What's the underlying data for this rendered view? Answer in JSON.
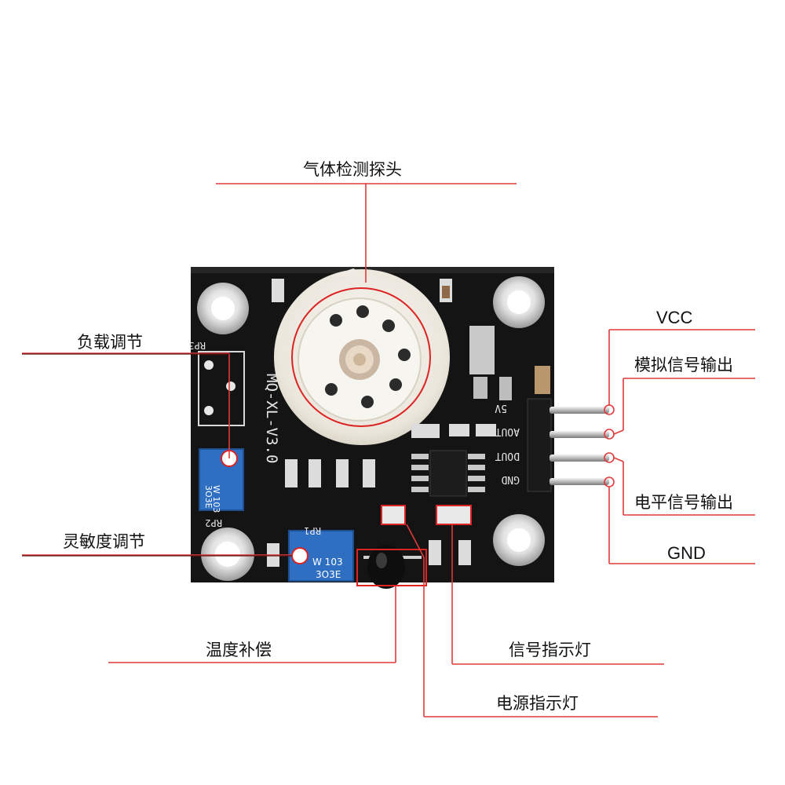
{
  "labels": {
    "gas_probe": "气体检测探头",
    "load_adjust": "负载调节",
    "sensitivity_adjust": "灵敏度调节",
    "temp_comp": "温度补偿",
    "signal_led": "信号指示灯",
    "power_led": "电源指示灯",
    "vcc": "VCC",
    "analog_out": "模拟信号输出",
    "digital_out": "电平信号输出",
    "gnd": "GND"
  },
  "board": {
    "silkscreen_model": "MQ-XL-V3.0",
    "rp3": "RP3",
    "rp2": "RP2",
    "rp1": "RP1",
    "pin_5v": "5V",
    "pin_aout": "AOUT",
    "pin_dout": "DOUT",
    "pin_gnd": "GND",
    "pot_code_1": "W 103",
    "pot_code_2": "3O3E",
    "pot2_code_1": "W 103",
    "pot2_code_2": "3O3E"
  },
  "colors": {
    "callout_line": "#e03a3a",
    "callout_dark": "#5a1010",
    "pcb": "#141414",
    "sensor_base": "#f2efe8",
    "pot_blue": "#2f6fc2"
  }
}
